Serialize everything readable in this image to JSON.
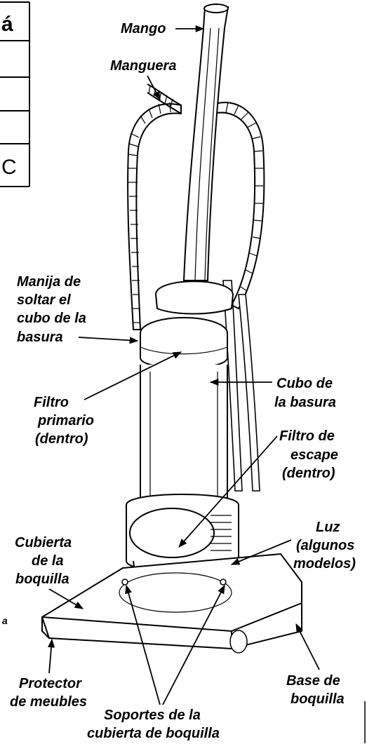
{
  "table": {
    "cells": [
      "á",
      "",
      "",
      "",
      "C"
    ]
  },
  "labels": {
    "mango": "Mango",
    "manguera": "Manguera",
    "manija": [
      "Manija de",
      "soltar el",
      "cubo de la",
      "basura"
    ],
    "filtro_primario": [
      "Filtro",
      "primario",
      "(dentro)"
    ],
    "cubo": [
      "Cubo de",
      "la basura"
    ],
    "filtro_escape": [
      "Filtro de",
      "escape",
      "(dentro)"
    ],
    "luz": [
      "Luz",
      "(algunos",
      "modelos)"
    ],
    "cubierta": [
      "Cubierta",
      "de la",
      "boquilla"
    ],
    "protector": [
      "Protector",
      "de meubles"
    ],
    "base": [
      "Base de",
      "boquilla"
    ],
    "soportes": [
      "Soportes de la",
      "cubierta de boquilla"
    ]
  },
  "margin_mark": "a"
}
